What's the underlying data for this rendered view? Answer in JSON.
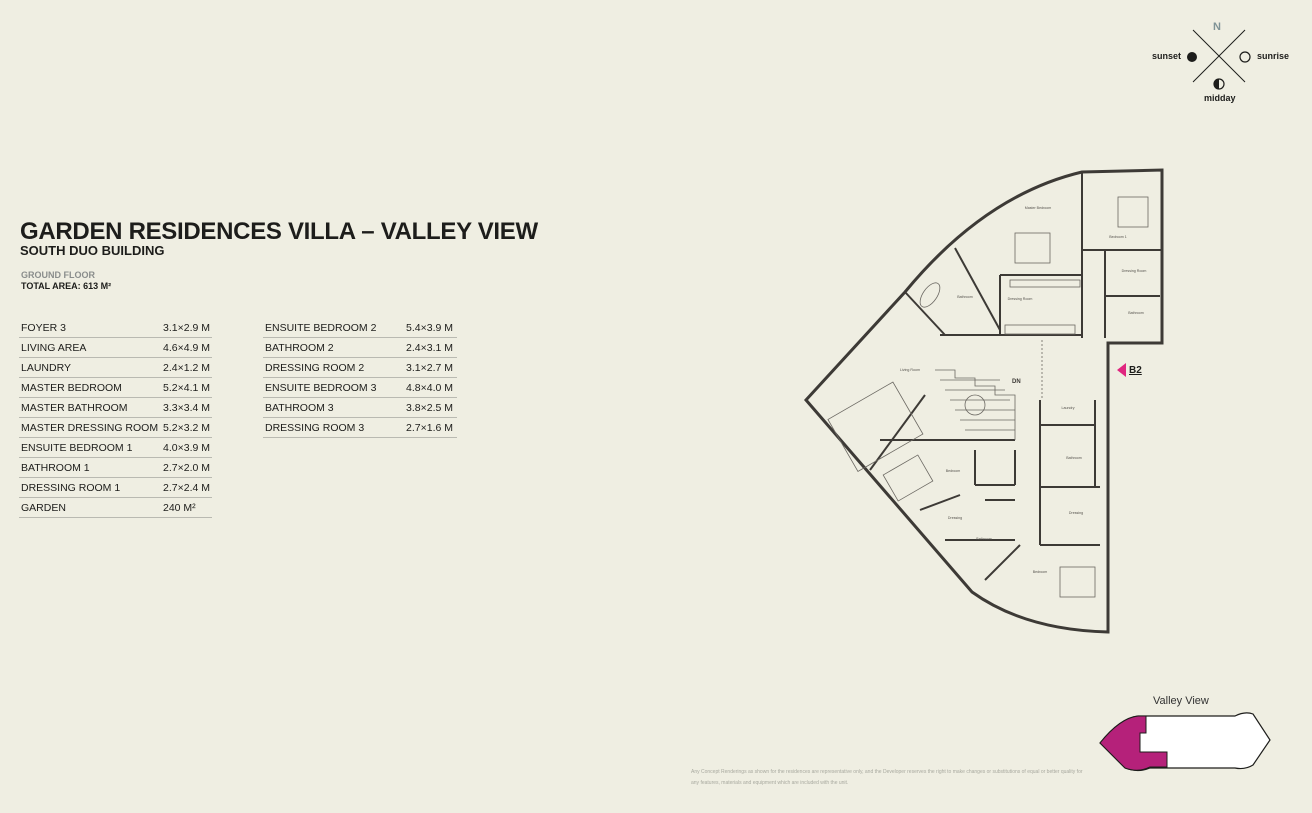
{
  "header": {
    "title": "GARDEN RESIDENCES VILLA – VALLEY VIEW",
    "subtitle": "SOUTH DUO BUILDING",
    "floor": "GROUND FLOOR",
    "total_area": "TOTAL AREA: 613 M²"
  },
  "rooms_left": [
    {
      "name": "FOYER 3",
      "size": "3.1×2.9 M"
    },
    {
      "name": "LIVING AREA",
      "size": "4.6×4.9 M"
    },
    {
      "name": "LAUNDRY",
      "size": "2.4×1.2 M"
    },
    {
      "name": "MASTER BEDROOM",
      "size": "5.2×4.1 M"
    },
    {
      "name": "MASTER BATHROOM",
      "size": "3.3×3.4 M"
    },
    {
      "name": "MASTER DRESSING ROOM",
      "size": "5.2×3.2 M"
    },
    {
      "name": "ENSUITE BEDROOM 1",
      "size": "4.0×3.9 M"
    },
    {
      "name": "BATHROOM 1",
      "size": "2.7×2.0 M"
    },
    {
      "name": "DRESSING ROOM 1",
      "size": "2.7×2.4 M"
    },
    {
      "name": "GARDEN",
      "size": "240 M²"
    }
  ],
  "rooms_right": [
    {
      "name": "ENSUITE BEDROOM 2",
      "size": "5.4×3.9 M"
    },
    {
      "name": "BATHROOM 2",
      "size": "2.4×3.1 M"
    },
    {
      "name": "DRESSING ROOM 2",
      "size": "3.1×2.7 M"
    },
    {
      "name": "ENSUITE BEDROOM 3",
      "size": "4.8×4.0 M"
    },
    {
      "name": "BATHROOM 3",
      "size": "3.8×2.5 M"
    },
    {
      "name": "DRESSING ROOM 3",
      "size": "2.7×1.6 M"
    }
  ],
  "compass": {
    "north": "N",
    "west": "sunset",
    "east": "sunrise",
    "south": "midday",
    "north_color": "#7f9396"
  },
  "plan": {
    "unit_label": "B2",
    "accent": "#e0267f",
    "stairs": "DN",
    "labels": {
      "master_bedroom": "Master Bedroom",
      "bedroom1": "Bedroom 1",
      "dressing_top": "Dressing Room",
      "dressing_room": "Dressing Room",
      "bath_master": "Bathroom",
      "bath1": "Bathroom",
      "living": "Living Room",
      "laundry": "Laundry",
      "bath_mid": "Bathroom",
      "bedroom_left": "Bedroom",
      "dressing_left": "Dressing",
      "bath_low": "Bathroom",
      "dressing_right": "Dressing",
      "bedroom_low": "Bedroom"
    }
  },
  "locator": {
    "title": "Valley View",
    "highlight": "#b5217a"
  },
  "disclaimer": "Any Concept Renderings as shown for the residences are representative only, and the Developer reserves the right to make changes or substitutions of equal or better quality for any features, materials and equipment which are included with the unit."
}
